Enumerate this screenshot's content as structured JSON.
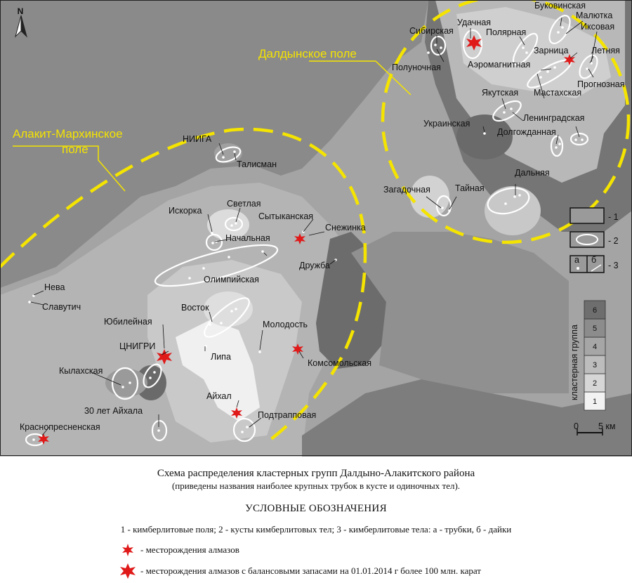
{
  "north": "N",
  "fields": {
    "daldyn": "Далдынское поле",
    "alakit_line1": "Алакит-Мархинское",
    "alakit_line2": "поле"
  },
  "pipes": {
    "udachnaya": "Удачная",
    "sibirskaya": "Сибирская",
    "polyarnaya": "Полярная",
    "bukovinskaya": "Буковинская",
    "malyutka": "Малютка",
    "iksovaya": "Иксовая",
    "zarnitsa": "Зарница",
    "letnyaya": "Летняя",
    "polunochnaya": "Полуночная",
    "aeromagnitnaya": "Аэромагнитная",
    "prognoznaya": "Прогнозная",
    "yakutskaya": "Якутская",
    "mastakhskaya": "Мастахская",
    "leningradskaya": "Ленинградская",
    "ukrainskaya": "Украинская",
    "dolgozhdannaya": "Долгожданная",
    "dalnyaya": "Дальняя",
    "zagadochnaya": "Загадочная",
    "taynaya": "Тайная",
    "niiga": "НИИГА",
    "talisman": "Талисман",
    "iskorka": "Искорка",
    "svetlaya": "Светлая",
    "sytykanskaya": "Сытыканская",
    "snezhinka": "Снежинка",
    "nachalnaya": "Начальная",
    "druzhba": "Дружба",
    "olimpiyskaya": "Олимпийская",
    "neva": "Нева",
    "slavutich": "Славутич",
    "vostok": "Восток",
    "yubileynaya": "Юбилейная",
    "molodost": "Молодость",
    "tsnigri": "ЦНИГРИ",
    "lipa": "Липа",
    "komsomolskaya": "Комсомольская",
    "kylakhskaya": "Кылахская",
    "aykhal": "Айхал",
    "let30": "30 лет Айхала",
    "podtrappovaya": "Подтрапповая",
    "krasnopresnenskaya": "Краснопресненская"
  },
  "map_legend": {
    "item1": "- 1",
    "item2": "- 2",
    "item3": "- 3",
    "sub_a": "а",
    "sub_b": "б"
  },
  "cluster_scale": {
    "title": "кластерная группа",
    "levels": [
      "1",
      "2",
      "3",
      "4",
      "5",
      "6"
    ],
    "colors": [
      "#f2f2f2",
      "#d6d6d6",
      "#bdbdbd",
      "#a6a6a6",
      "#8c8c8c",
      "#6e6e6e"
    ]
  },
  "scale_bar": {
    "zero": "0",
    "five": "5 км"
  },
  "caption": {
    "title": "Схема распределения кластерных групп Далдыно-Алакитского района",
    "subtitle": "(приведены названия наиболее крупных трубок в кусте и одиночных тел).",
    "legend_heading": "УСЛОВНЫЕ ОБОЗНАЧЕНИЯ",
    "legend_line1": "1 - кимберлитовые поля; 2 - кусты кимберлитовых тел; 3 - кимберлитовые тела: а - трубки, б - дайки",
    "deposit_small": "- месторождения алмазов",
    "deposit_large": "- месторождения алмазов с балансовыми запасами на 01.01.2014 г более 100 млн. карат"
  },
  "colors": {
    "field_boundary": "#f5e400",
    "deposit_star": "#e01919",
    "map_frame": "#222222"
  }
}
